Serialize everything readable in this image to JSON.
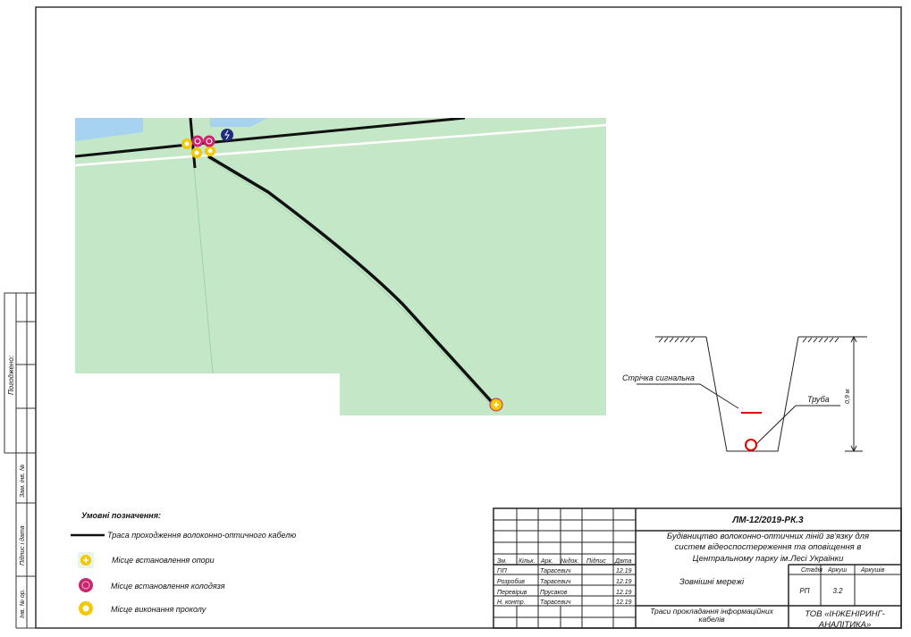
{
  "side_stamp": {
    "approved": "Погоджено:",
    "replaced_inv": "Зам. інв. №",
    "sign_date": "Підпис і дата",
    "inv_orig": "Інв. № ор."
  },
  "legend": {
    "title": "Умовні позначення:",
    "items": [
      {
        "icon": "cable-line-icon",
        "label": "Траса проходження волоконно-оптичного  кабелю"
      },
      {
        "icon": "pole-icon",
        "label": "Місце встановлення опори"
      },
      {
        "icon": "well-icon",
        "label": "Місце встановлення колодязя"
      },
      {
        "icon": "puncture-icon",
        "label": "Місце виконання проколу"
      }
    ]
  },
  "trench": {
    "tape_label": "Стрічка сигнальна",
    "pipe_label": "Труба",
    "depth_label": "0,9 м"
  },
  "title_block": {
    "code": "ЛМ-12/2019-РК.3",
    "project_lines": [
      "Будівництво волоконно-оптичних ліній зв'язку для",
      "систем відеоспостереження та оповіщення в",
      "Центральному парку ім.Лесі Українки"
    ],
    "headers": [
      "Зм.",
      "Кільк.",
      "Арк.",
      "№док.",
      "Підпис",
      "Дата"
    ],
    "rows": [
      {
        "role": "ГІП",
        "name": "Тарасевич",
        "date": "12.19"
      },
      {
        "role": "Розробив",
        "name": "Тарасевич",
        "date": "12.19"
      },
      {
        "role": "Перевірив",
        "name": "Прусаков",
        "date": "12.19"
      },
      {
        "role": "Н. контр.",
        "name": "Тарасевич",
        "date": "12.19"
      }
    ],
    "section": "Зовнішні мережі",
    "sheet_title_lines": [
      "Траси прокладання інформаційних",
      "кабелів"
    ],
    "stage_header": "Стадія",
    "sheet_header": "Аркуш",
    "sheets_header": "Аркушів",
    "stage": "РП",
    "sheet": "3.2",
    "sheets": "",
    "company_lines": [
      "ТОВ «ІНЖЕНІРИНГ-",
      "АНАЛІТИКА»"
    ]
  },
  "colors": {
    "map_green": "#c4e8c7",
    "water": "#a8d3f0",
    "accent_red": "#e00000",
    "well": "#c8266e",
    "pole_yellow": "#f4c800"
  }
}
